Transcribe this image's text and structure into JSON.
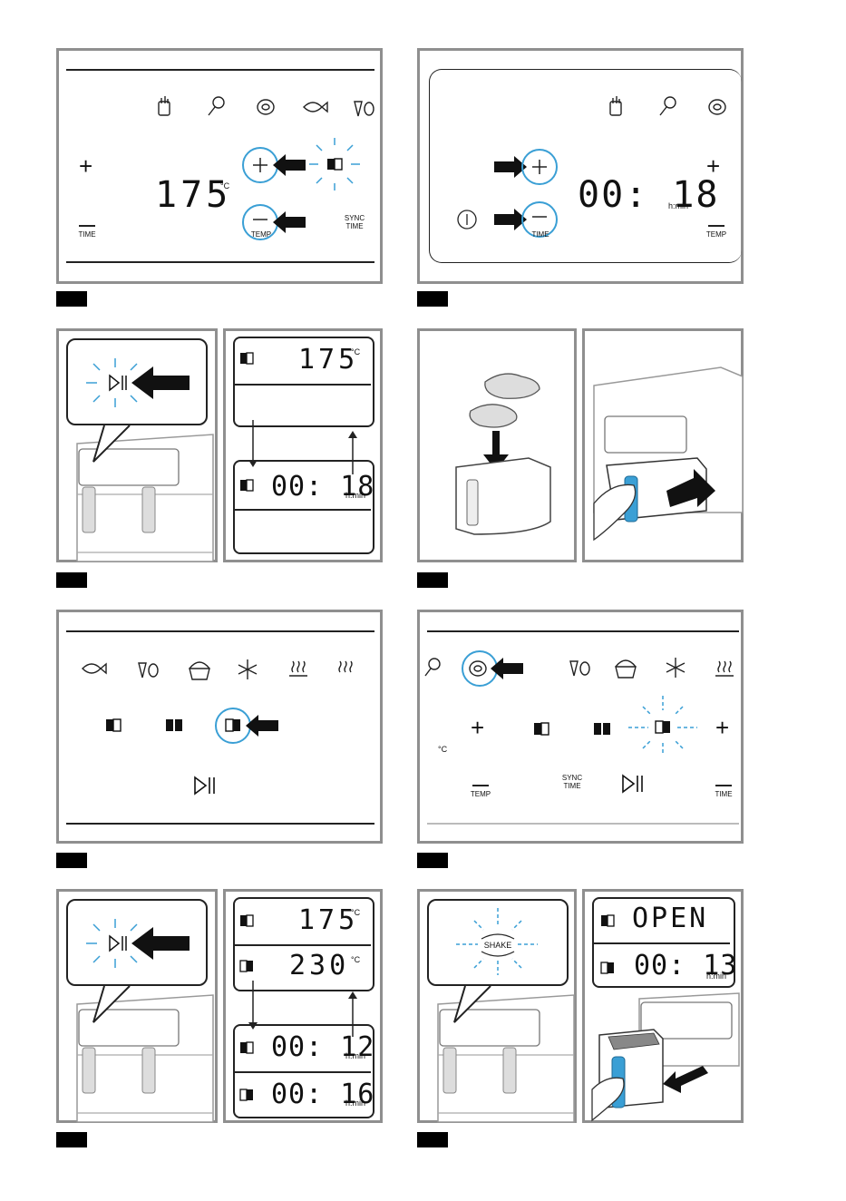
{
  "panel1": {
    "plus": "+",
    "minus_time_label": "TIME",
    "temp_value": "175",
    "temp_unit": "°C",
    "minus_temp_label": "TEMP",
    "sync_label": "SYNC\nTIME"
  },
  "panel2": {
    "time_value": "00: 18",
    "time_unit": "h:min",
    "time_label": "TIME",
    "temp_label": "TEMP"
  },
  "panel3": {
    "lcd_top_value": "175",
    "lcd_top_unit": "°C",
    "lcd_bottom_value": "00: 18",
    "lcd_bottom_unit": "h:min"
  },
  "panel6": {
    "unit": "°C",
    "temp_label": "TEMP",
    "sync_label": "SYNC\nTIME",
    "time_label": "TIME"
  },
  "panel7": {
    "lcd1_value": "175",
    "lcd1_unit": "°C",
    "lcd2_value": "230",
    "lcd2_unit": "°C",
    "lcd3_value": "00: 12",
    "lcd3_unit": "h:min",
    "lcd4_value": "00: 16",
    "lcd4_unit": "h:min"
  },
  "panel8": {
    "shake_label": "SHAKE",
    "lcd1_value": "OPEN",
    "lcd2_value": "00: 13",
    "lcd2_unit": "h:min"
  }
}
